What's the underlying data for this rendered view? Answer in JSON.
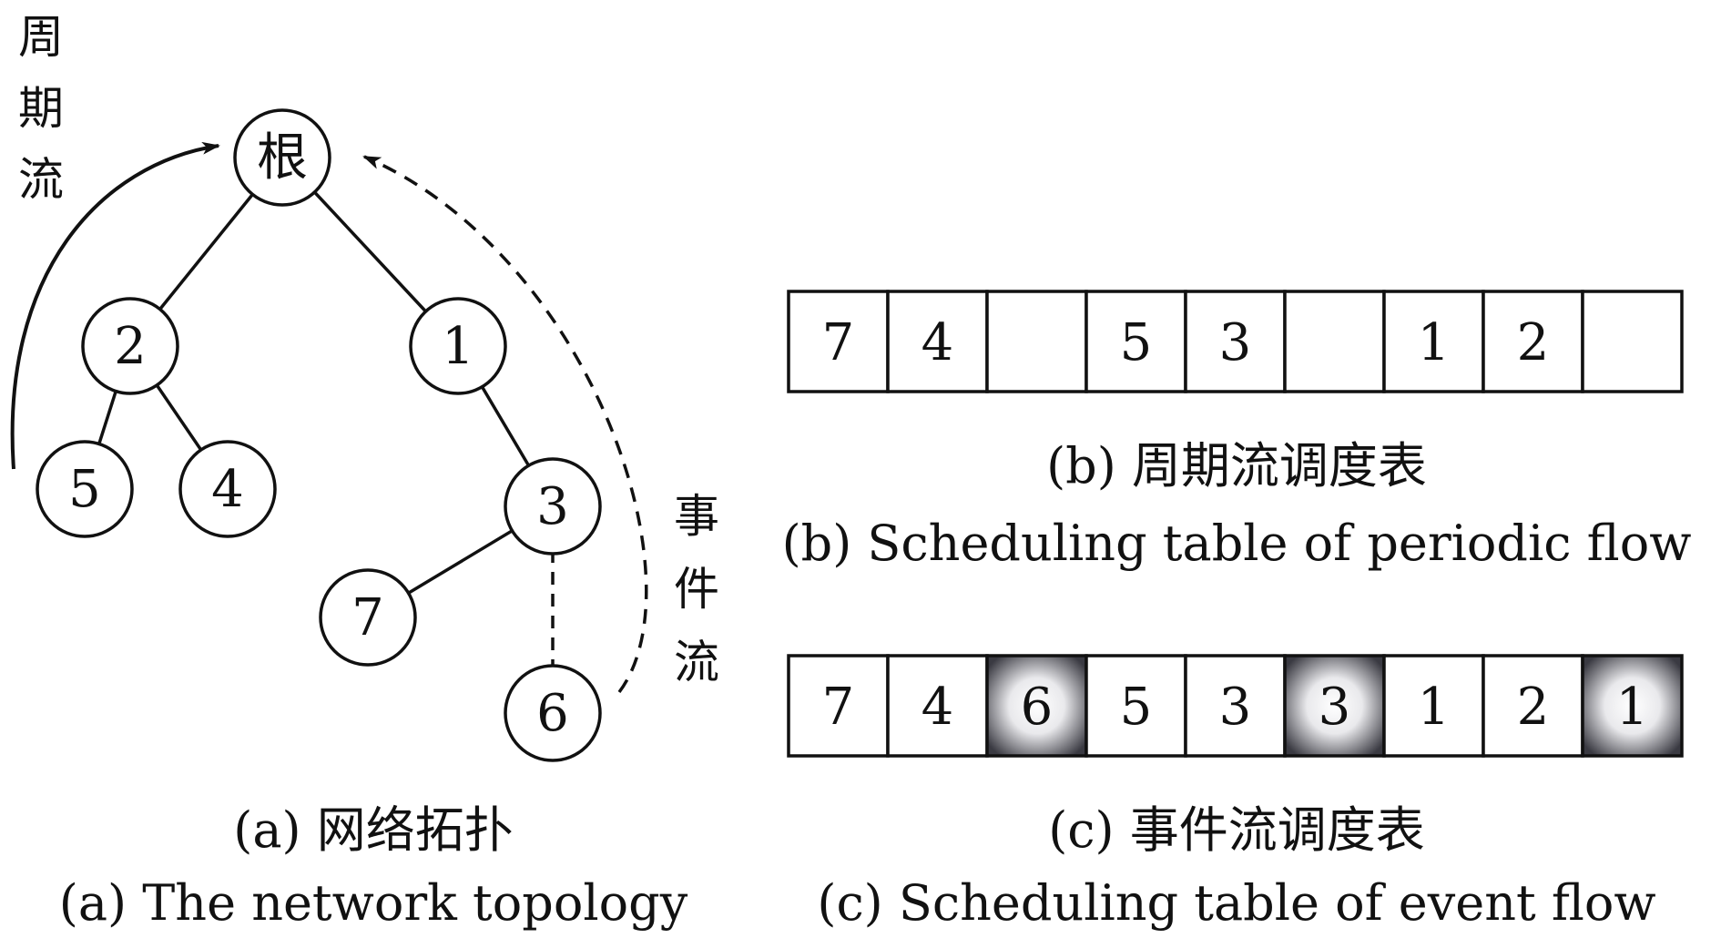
{
  "topology": {
    "nodes": [
      {
        "id": "root",
        "label": "根"
      },
      {
        "id": "n2",
        "label": "2"
      },
      {
        "id": "n1",
        "label": "1"
      },
      {
        "id": "n5",
        "label": "5"
      },
      {
        "id": "n4",
        "label": "4"
      },
      {
        "id": "n3",
        "label": "3"
      },
      {
        "id": "n7",
        "label": "7"
      },
      {
        "id": "n6",
        "label": "6"
      }
    ],
    "edges": [
      {
        "from": "root",
        "to": "n2",
        "style": "solid"
      },
      {
        "from": "root",
        "to": "n1",
        "style": "solid"
      },
      {
        "from": "n2",
        "to": "n5",
        "style": "solid"
      },
      {
        "from": "n2",
        "to": "n4",
        "style": "solid"
      },
      {
        "from": "n1",
        "to": "n3",
        "style": "solid"
      },
      {
        "from": "n3",
        "to": "n7",
        "style": "solid"
      },
      {
        "from": "n3",
        "to": "n6",
        "style": "dashed"
      }
    ],
    "periodic_flow_label": [
      "周",
      "期",
      "流"
    ],
    "event_flow_label": [
      "事",
      "件",
      "流"
    ],
    "caption_cn": "(a) 网络拓扑",
    "caption_en": "(a) The network topology"
  },
  "periodic_table": {
    "cells": [
      {
        "value": "7",
        "shaded": false
      },
      {
        "value": "4",
        "shaded": false
      },
      {
        "value": "",
        "shaded": false
      },
      {
        "value": "5",
        "shaded": false
      },
      {
        "value": "3",
        "shaded": false
      },
      {
        "value": "",
        "shaded": false
      },
      {
        "value": "1",
        "shaded": false
      },
      {
        "value": "2",
        "shaded": false
      },
      {
        "value": "",
        "shaded": false
      }
    ],
    "caption_cn": "(b) 周期流调度表",
    "caption_en": "(b) Scheduling table of periodic flow"
  },
  "event_table": {
    "cells": [
      {
        "value": "7",
        "shaded": false
      },
      {
        "value": "4",
        "shaded": false
      },
      {
        "value": "6",
        "shaded": true
      },
      {
        "value": "5",
        "shaded": false
      },
      {
        "value": "3",
        "shaded": false
      },
      {
        "value": "3",
        "shaded": true
      },
      {
        "value": "1",
        "shaded": false
      },
      {
        "value": "2",
        "shaded": false
      },
      {
        "value": "1",
        "shaded": true
      }
    ],
    "caption_cn": "(c) 事件流调度表",
    "caption_en": "(c) Scheduling table of event flow"
  },
  "colors": {
    "ink": "#111111",
    "shade_edge": "#3a3a42",
    "shade_center": "#ffffff"
  }
}
